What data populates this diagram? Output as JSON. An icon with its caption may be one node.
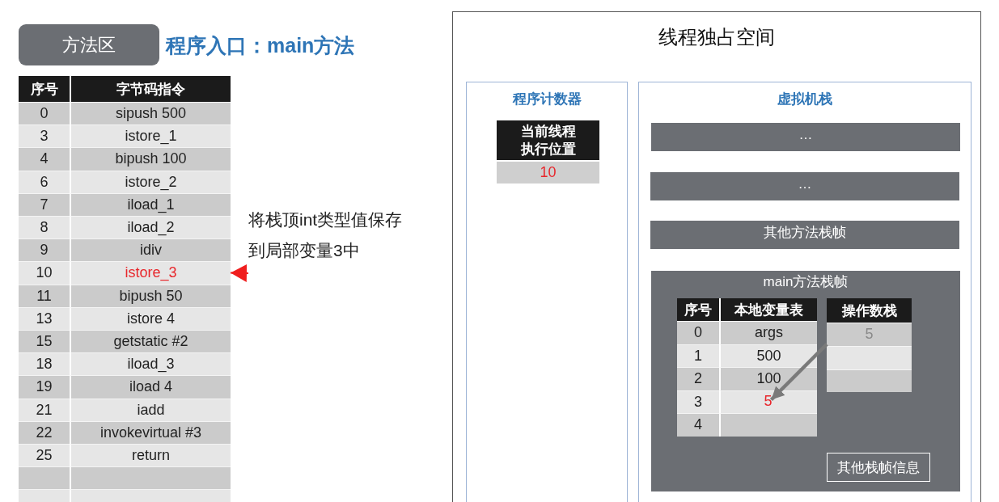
{
  "diagram": {
    "nodes": [
      {
        "text": [
          "方法区"
        ]
      },
      {
        "text": [
          "istore_3"
        ]
      },
      {
        "text": [
          "将栈顶int类型值保存到局部变量3中"
        ]
      },
      {
        "text": [
          "线程独占空间"
        ]
      },
      {
        "text": [
          "程序计数器"
        ],
        "in": 3
      },
      {
        "text": [
          "当前线程执行位置",
          "10"
        ],
        "in": 4
      },
      {
        "text": [
          "虚拟机栈"
        ],
        "in": 3
      },
      {
        "text": [
          "…"
        ],
        "in": 6
      },
      {
        "text": [
          "…"
        ],
        "in": 6
      },
      {
        "text": [
          "其他方法栈帧"
        ],
        "in": 6
      },
      {
        "text": [
          "main方法栈帧"
        ],
        "in": 6
      },
      {
        "text": [
          "5"
        ],
        "in": 10
      },
      {
        "text": [
          "5"
        ],
        "in": 10
      },
      {
        "text": [
          "其他栈帧信息"
        ],
        "in": 10
      }
    ],
    "edges": [
      {
        "from": 2,
        "to": 1,
        "arrow": "to",
        "color": "#f01e1e"
      },
      {
        "from": 11,
        "to": 12,
        "arrow": "to",
        "style": "thick",
        "color": "#7a7a7a"
      }
    ],
    "labels": [
      "程序入口：main方法",
      "序号",
      "字节码指令",
      "0",
      "sipush 500",
      "3",
      "istore_1",
      "4",
      "bipush 100",
      "6",
      "istore_2",
      "7",
      "iload_1",
      "8",
      "iload_2",
      "9",
      "idiv",
      "10",
      "11",
      "bipush 50",
      "13",
      "istore 4",
      "15",
      "getstatic #2",
      "18",
      "iload_3",
      "19",
      "iload 4",
      "21",
      "iadd",
      "22",
      "invokevirtual #3",
      "25",
      "return",
      "序号",
      "本地变量表",
      "操作数栈",
      "0",
      "args",
      "1",
      "500",
      "2",
      "100",
      "3",
      "4"
    ]
  }
}
